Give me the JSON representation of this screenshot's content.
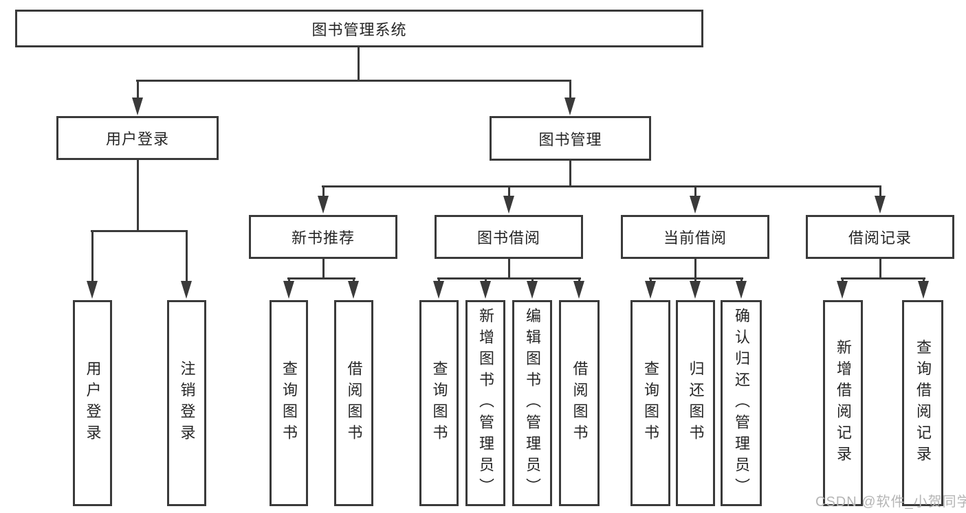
{
  "diagram": {
    "nodes": {
      "root": "图书管理系统",
      "userLogin": "用户登录",
      "bookManagement": "图书管理",
      "newBookRecommend": "新书推荐",
      "bookBorrow": "图书借阅",
      "currentBorrow": "当前借阅",
      "borrowRecord": "借阅记录",
      "leafUserLogin": "用户登录",
      "leafLogout": "注销登录",
      "leafNbQuery": "查询图书",
      "leafNbBorrow": "借阅图书",
      "leafBbQuery": "查询图书",
      "leafBbAdd": "新增图书（管理员）",
      "leafBbEdit": "编辑图书（管理员）",
      "leafBbBorrow": "借阅图书",
      "leafCbQuery": "查询图书",
      "leafCbReturn": "归还图书",
      "leafCbConfirm": "确认归还（管理员）",
      "leafBrAdd": "新增借阅记录",
      "leafBrQuery": "查询借阅记录"
    },
    "watermark": "CSDN @软件_小贺同学",
    "colors": {
      "line": "#3a3a3a",
      "text": "#262626",
      "watermark": "#b5b5b5",
      "background": "#ffffff"
    }
  }
}
